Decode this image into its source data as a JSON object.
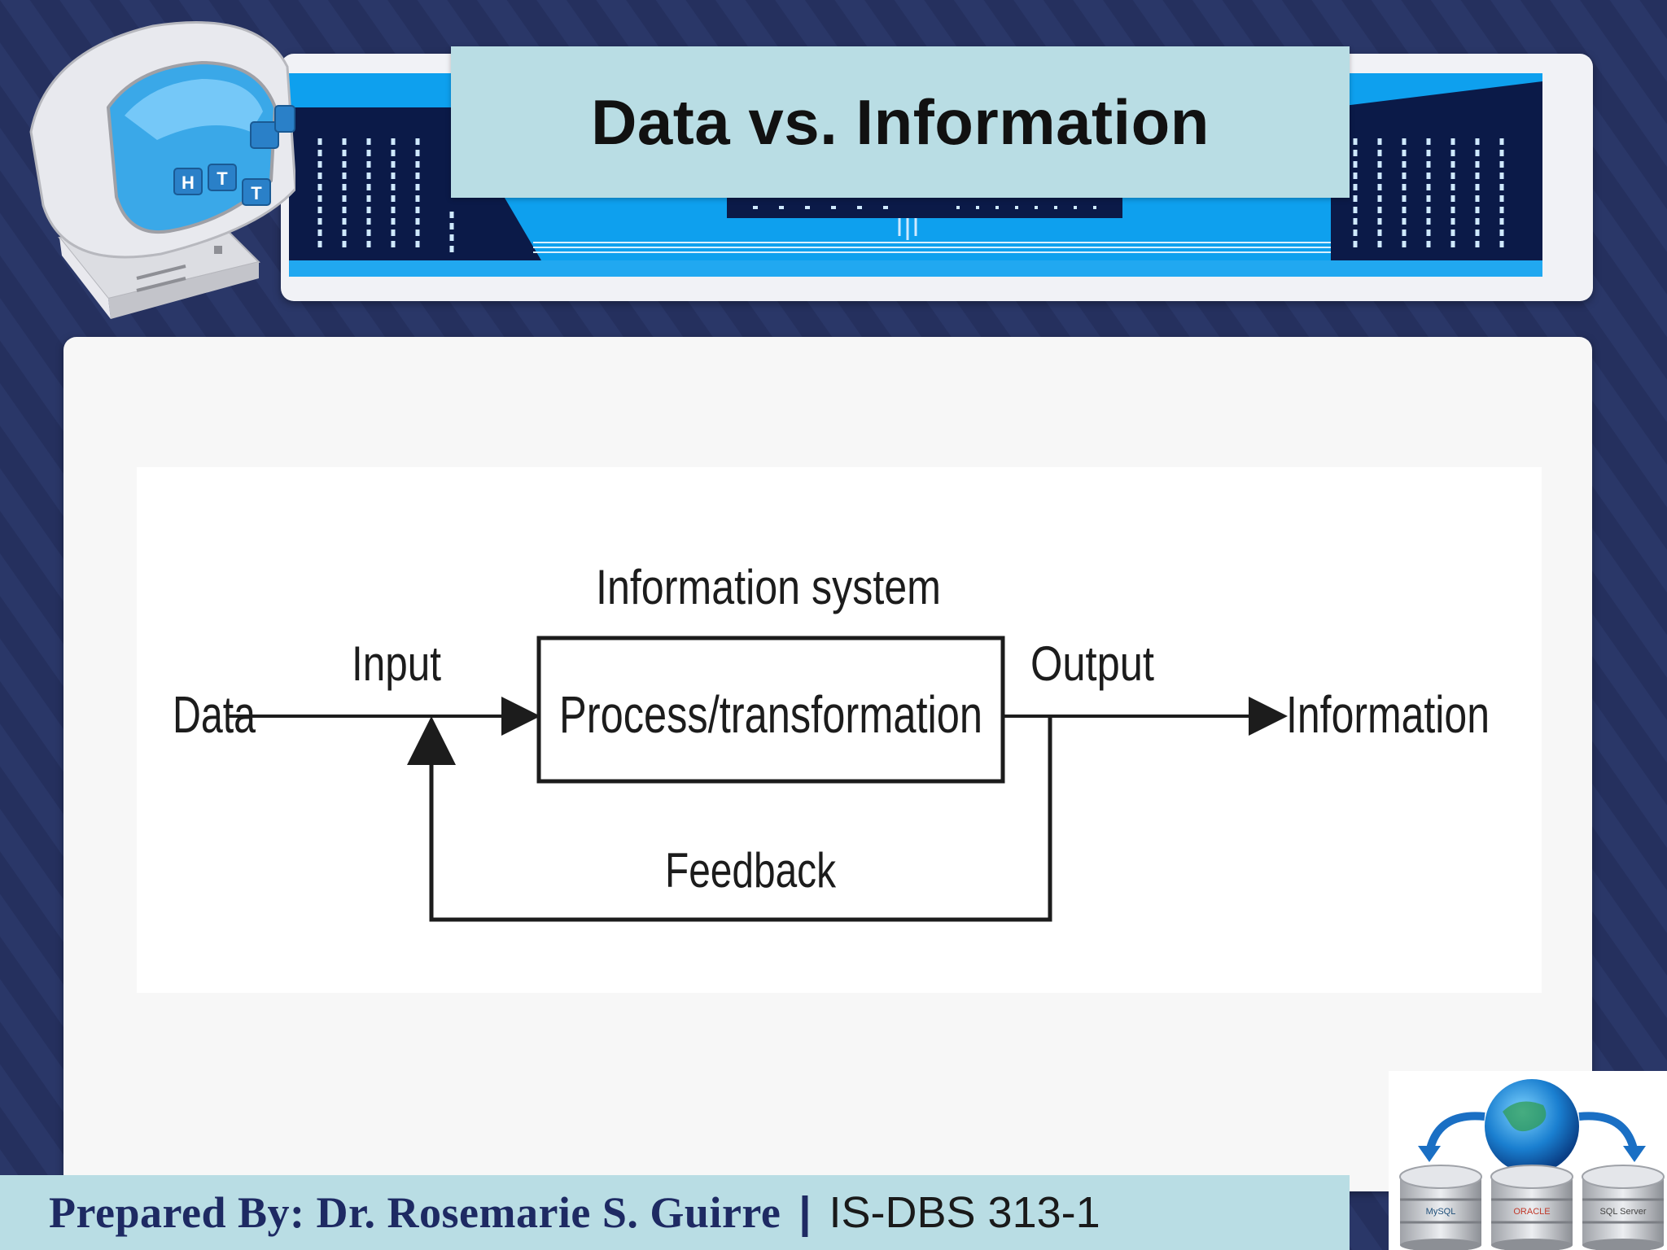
{
  "slide": {
    "title": "Data vs. Information"
  },
  "diagram": {
    "system_label": "Information system",
    "process_label": "Process/transformation",
    "data_label": "Data",
    "input_label": "Input",
    "output_label": "Output",
    "information_label": "Information",
    "feedback_label": "Feedback"
  },
  "footer": {
    "author": "Prepared By: Dr. Rosemarie S. Guirre",
    "separator": "|",
    "course": "IS-DBS 313-1"
  },
  "db_logos": {
    "left": "MySQL",
    "center": "ORACLE",
    "right": "SQL Server"
  },
  "clipart": {
    "keys": [
      "H",
      "T",
      "T"
    ]
  },
  "colors": {
    "background": "#25305e",
    "banner_blue": "#0ea0ee",
    "banner_navy": "#0b1a48",
    "title_box": "#b9dde4",
    "footer_text": "#1e2a63"
  }
}
